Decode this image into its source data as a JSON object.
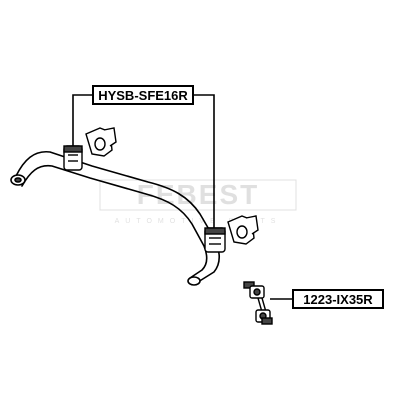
{
  "parts": {
    "stabilizer_bushing_label": "HYSB-SFE16R",
    "stabilizer_link_label": "1223-IX35R"
  },
  "watermark": {
    "brand": "FEBEST",
    "tagline": "AUTOMOTIVE PARTS",
    "color": "#c8c8c8"
  },
  "colors": {
    "line": "#000000",
    "part_fill": "#ffffff",
    "part_shade": "#444444"
  }
}
